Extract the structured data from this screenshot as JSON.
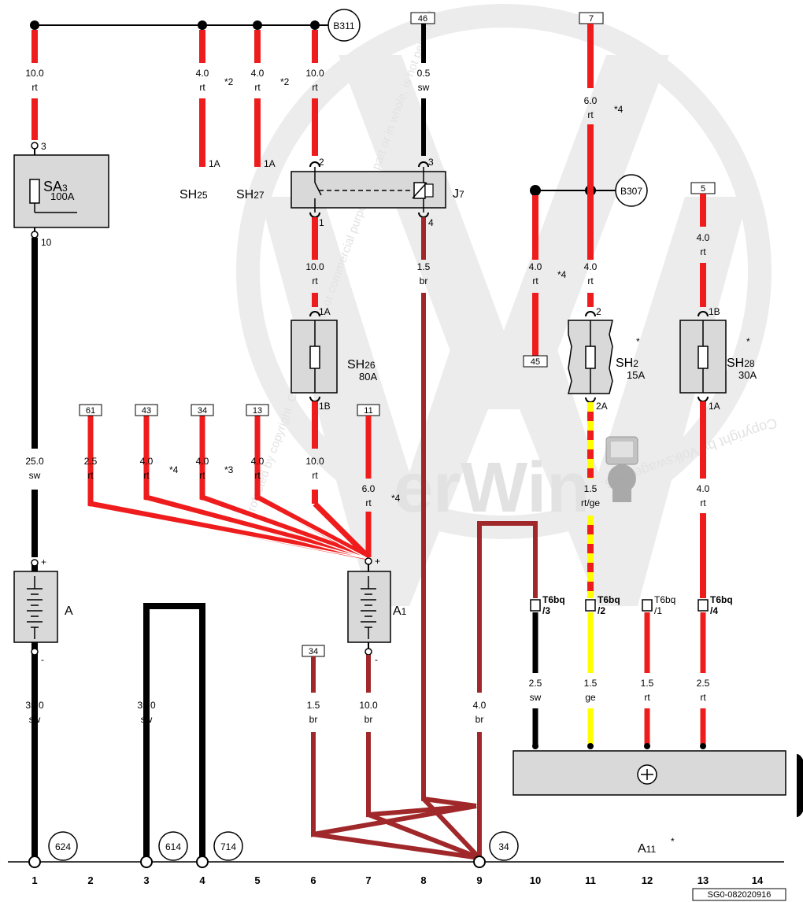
{
  "wires": {
    "w1": {
      "gauge": "10.0",
      "color": "rt"
    },
    "w2": {
      "gauge": "4.0",
      "color": "rt"
    },
    "w3": {
      "gauge": "4.0",
      "color": "rt"
    },
    "w4": {
      "gauge": "10.0",
      "color": "rt"
    },
    "w5": {
      "gauge": "0.5",
      "color": "sw"
    },
    "w6": {
      "gauge": "6.0",
      "color": "rt"
    },
    "w7": {
      "gauge": "10.0",
      "color": "rt"
    },
    "w8": {
      "gauge": "1.5",
      "color": "br"
    },
    "w9": {
      "gauge": "4.0",
      "color": "rt"
    },
    "w10": {
      "gauge": "4.0",
      "color": "rt"
    },
    "w11": {
      "gauge": "4.0",
      "color": "rt"
    },
    "w12": {
      "gauge": "25.0",
      "color": "sw"
    },
    "w13": {
      "gauge": "2.5",
      "color": "rt"
    },
    "w14": {
      "gauge": "4.0",
      "color": "rt"
    },
    "w15": {
      "gauge": "4.0",
      "color": "rt"
    },
    "w16": {
      "gauge": "4.0",
      "color": "rt"
    },
    "w17": {
      "gauge": "10.0",
      "color": "rt"
    },
    "w18": {
      "gauge": "6.0",
      "color": "rt"
    },
    "w19": {
      "gauge": "1.5",
      "color": "rt/ge"
    },
    "w20": {
      "gauge": "4.0",
      "color": "rt"
    },
    "w21": {
      "gauge": "35.0",
      "color": "sw"
    },
    "w22": {
      "gauge": "35.0",
      "color": "sw"
    },
    "w23": {
      "gauge": "1.5",
      "color": "br"
    },
    "w24": {
      "gauge": "10.0",
      "color": "br"
    },
    "w25": {
      "gauge": "4.0",
      "color": "br"
    },
    "w26": {
      "gauge": "2.5",
      "color": "sw"
    },
    "w27": {
      "gauge": "1.5",
      "color": "ge"
    },
    "w28": {
      "gauge": "1.5",
      "color": "rt"
    },
    "w29": {
      "gauge": "2.5",
      "color": "rt"
    }
  },
  "notes": {
    "n2a": "*2",
    "n2b": "*2",
    "n4a": "*4",
    "n4b": "*4",
    "n4c": "*4",
    "n3": "*3",
    "n4d": "*4",
    "star1": "*",
    "star2": "*",
    "star3": "*"
  },
  "components": {
    "sa3": {
      "name": "SA",
      "sub": "3",
      "rating": "100A"
    },
    "sh25": {
      "name": "SH",
      "sub": "25"
    },
    "sh27": {
      "name": "SH",
      "sub": "27"
    },
    "j7": {
      "name": "J",
      "sub": "7"
    },
    "sh26": {
      "name": "SH",
      "sub": "26",
      "rating": "80A"
    },
    "sh2": {
      "name": "SH",
      "sub": "2",
      "rating": "15A"
    },
    "sh28": {
      "name": "SH",
      "sub": "28",
      "rating": "30A"
    },
    "a": {
      "name": "A"
    },
    "a1": {
      "name": "A",
      "sub": "1"
    },
    "a11": {
      "name": "A",
      "sub": "11"
    }
  },
  "pins": {
    "sa3_in": "3",
    "sa3_out": "10",
    "sh25": "1A",
    "sh27": "1A",
    "j7_2": "2",
    "j7_1": "1",
    "j7_3": "3",
    "j7_4": "4",
    "sh26_in": "1A",
    "sh26_out": "1B",
    "sh2_in": "2",
    "sh2_out": "2A",
    "sh28_in": "1B",
    "sh28_out": "1A",
    "plus": "+",
    "minus": "-",
    "plus1": "+",
    "minus1": "-"
  },
  "connectors": {
    "c1": {
      "name": "T6bq",
      "pin": "/3"
    },
    "c2": {
      "name": "T6bq",
      "pin": "/2"
    },
    "c3": {
      "name": "T6bq",
      "pin": "/1"
    },
    "c4": {
      "name": "T6bq",
      "pin": "/4"
    }
  },
  "refs": {
    "b311": "B311",
    "b307": "B307",
    "g624": "624",
    "g614": "614",
    "g714": "714",
    "g34": "34"
  },
  "boxes": {
    "b46": "46",
    "b7": "7",
    "b5": "5",
    "b45": "45",
    "b61": "61",
    "b43": "43",
    "b34a": "34",
    "b13": "13",
    "b11": "11",
    "b34b": "34"
  },
  "tracks": [
    "1",
    "2",
    "3",
    "4",
    "5",
    "6",
    "7",
    "8",
    "9",
    "10",
    "11",
    "12",
    "13",
    "14"
  ],
  "diagram_id": "SG0-082020916",
  "watermark": {
    "copyright_arc": "Protected by copyright. Copying for private or commercial purposes, in part or in whole, is not permitted",
    "copyright_right": "Copyright by Volkswagen AG.",
    "logo_text": "erWin"
  },
  "colors": {
    "red": "#ee1c1c",
    "black": "#000000",
    "brown": "#a0282a",
    "yellow": "#ffff00",
    "gray": "#d9d9d9"
  }
}
